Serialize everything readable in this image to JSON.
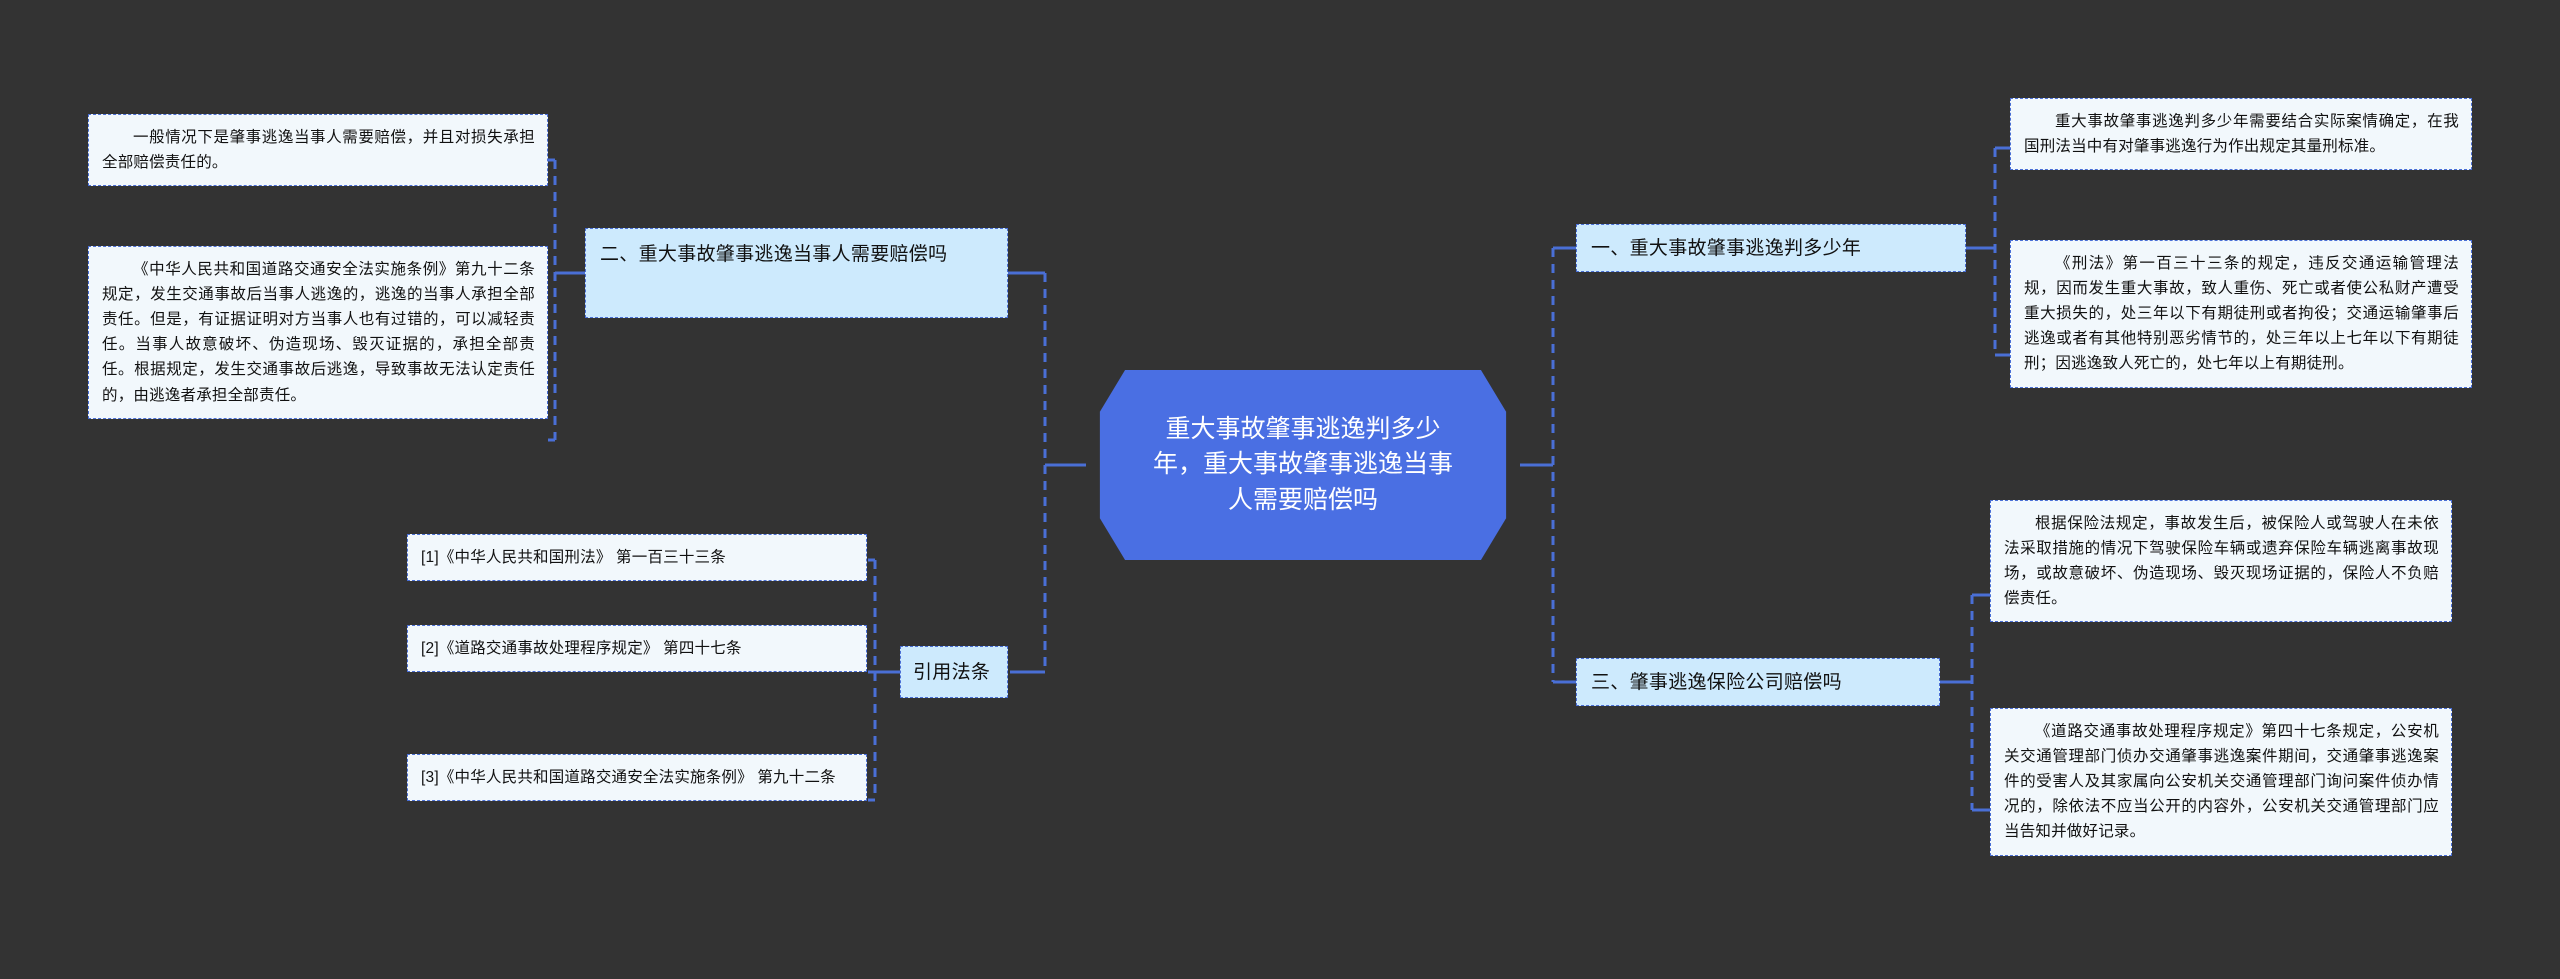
{
  "theme": {
    "background": "#333333",
    "center_fill": "#4a6fe3",
    "center_text": "#ffffff",
    "topic_fill": "#cdeafd",
    "leaf_fill": "#f2f8fc",
    "connector": "#4a6fd6",
    "text": "#111111"
  },
  "center": {
    "title": "重大事故肇事逃逸判多少年，重大事故肇事逃逸当事人需要赔偿吗"
  },
  "left_branch": {
    "topics": [
      {
        "label": "二、重大事故肇事逃逸当事人需要赔偿吗",
        "notes": [
          "一般情况下是肇事逃逸当事人需要赔偿，并且对损失承担全部赔偿责任的。",
          "《中华人民共和国道路交通安全法实施条例》第九十二条规定，发生交通事故后当事人逃逸的，逃逸的当事人承担全部责任。但是，有证据证明对方当事人也有过错的，可以减轻责任。当事人故意破坏、伪造现场、毁灭证据的，承担全部责任。根据规定，发生交通事故后逃逸，导致事故无法认定责任的，由逃逸者承担全部责任。"
        ]
      },
      {
        "label": "引用法条",
        "notes": [
          "[1]《中华人民共和国刑法》 第一百三十三条",
          "[2]《道路交通事故处理程序规定》 第四十七条",
          "[3]《中华人民共和国道路交通安全法实施条例》 第九十二条"
        ]
      }
    ]
  },
  "right_branch": {
    "topics": [
      {
        "label": "一、重大事故肇事逃逸判多少年",
        "notes": [
          "重大事故肇事逃逸判多少年需要结合实际案情确定，在我国刑法当中有对肇事逃逸行为作出规定其量刑标准。",
          "《刑法》第一百三十三条的规定，违反交通运输管理法规，因而发生重大事故，致人重伤、死亡或者使公私财产遭受重大损失的，处三年以下有期徒刑或者拘役；交通运输肇事后逃逸或者有其他特别恶劣情节的，处三年以上七年以下有期徒刑；因逃逸致人死亡的，处七年以上有期徒刑。"
        ]
      },
      {
        "label": "三、肇事逃逸保险公司赔偿吗",
        "notes": [
          "根据保险法规定，事故发生后，被保险人或驾驶人在未依法采取措施的情况下驾驶保险车辆或遗弃保险车辆逃离事故现场，或故意破坏、伪造现场、毁灭现场证据的，保险人不负赔偿责任。",
          "《道路交通事故处理程序规定》第四十七条规定，公安机关交通管理部门侦办交通肇事逃逸案件期间，交通肇事逃逸案件的受害人及其家属向公安机关交通管理部门询问案件侦办情况的，除依法不应当公开的内容外，公安机关交通管理部门应当告知并做好记录。"
        ]
      }
    ]
  }
}
